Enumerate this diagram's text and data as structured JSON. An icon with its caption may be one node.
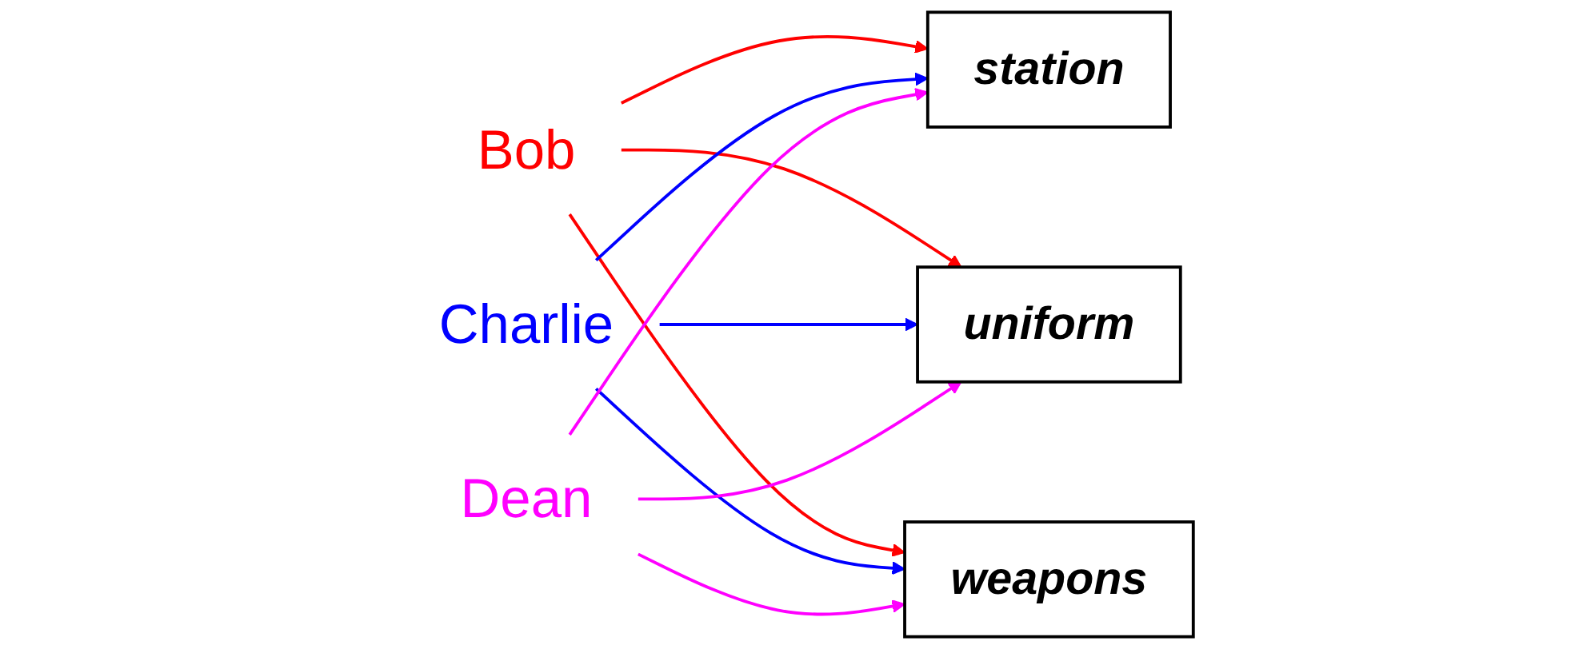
{
  "diagram": {
    "nodes": [
      {
        "text": [
          "Bob"
        ]
      },
      {
        "text": [
          "station"
        ]
      },
      {
        "text": [
          "Dean"
        ]
      },
      {
        "text": [
          "uniform"
        ]
      },
      {
        "text": [
          "Charlie"
        ]
      },
      {
        "text": [
          "weapons"
        ]
      }
    ],
    "edges": [
      {
        "from": 0,
        "to": 1,
        "arrow": "to",
        "color": "#ff0000"
      },
      {
        "from": 0,
        "to": 3,
        "arrow": "to",
        "color": "#ff0000"
      },
      {
        "from": 0,
        "to": 5,
        "arrow": "to",
        "color": "#ff0000"
      },
      {
        "from": 4,
        "to": 1,
        "arrow": "to",
        "color": "#0000ff"
      },
      {
        "from": 4,
        "to": 3,
        "arrow": "to",
        "color": "#0000ff"
      },
      {
        "from": 4,
        "to": 5,
        "arrow": "to",
        "color": "#0000ff"
      },
      {
        "from": 2,
        "to": 1,
        "arrow": "to",
        "color": "#ff00ff"
      },
      {
        "from": 2,
        "to": 3,
        "arrow": "to",
        "color": "#ff00ff"
      },
      {
        "from": 2,
        "to": 5,
        "arrow": "to",
        "color": "#ff00ff"
      }
    ]
  }
}
